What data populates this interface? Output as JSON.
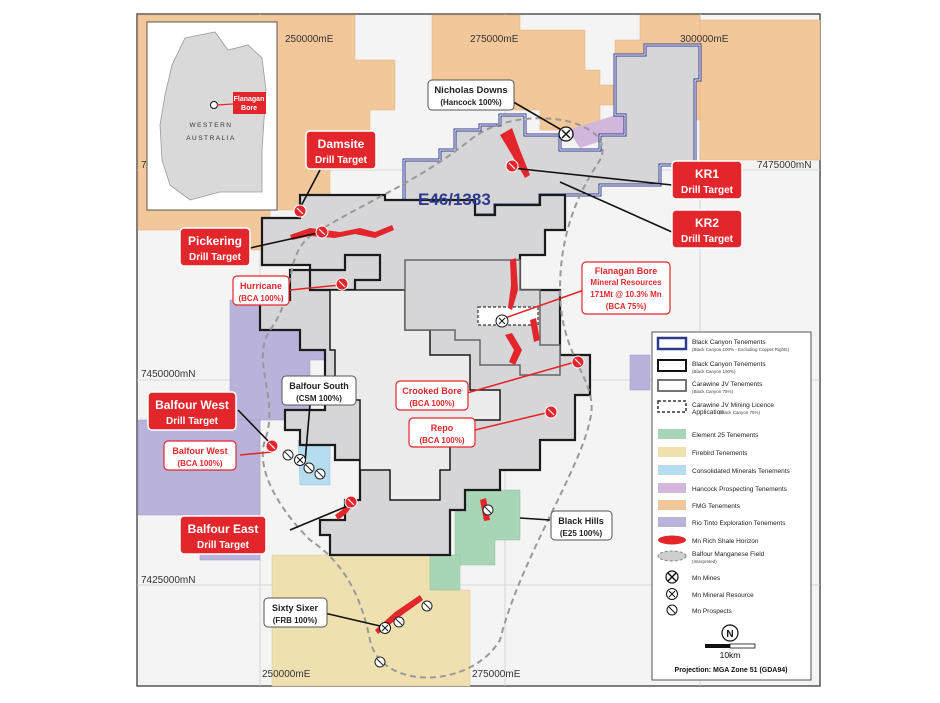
{
  "inset": {
    "label_line1": "Flanagan",
    "label_line2": "Bore",
    "region_line1": "WESTERN",
    "region_line2": "AUSTRALIA"
  },
  "coords": {
    "e250a": "250000mE",
    "e275a": "275000mE",
    "e300": "300000mE",
    "e250b": "250000mE",
    "e275b": "275000mE",
    "n7475": "7475000mN",
    "n7450": "7450000mN",
    "n7425": "7425000mN",
    "n7475_partial": "7"
  },
  "tenement_id": "E46/1383",
  "labels": {
    "nicholas_downs": {
      "title": "Nicholas Downs",
      "sub": "(Hancock 100%)"
    },
    "damsite": {
      "title": "Damsite",
      "sub": "Drill Target"
    },
    "kr1": {
      "title": "KR1",
      "sub": "Drill Target"
    },
    "kr2": {
      "title": "KR2",
      "sub": "Drill Target"
    },
    "pickering": {
      "title": "Pickering",
      "sub": "Drill Target"
    },
    "hurricane": {
      "title": "Hurricane",
      "sub": "(BCA 100%)"
    },
    "flanagan": {
      "l1": "Flanagan Bore",
      "l2": "Mineral Resources",
      "l3": "171Mt @ 10.3% Mn",
      "l4": "(BCA 75%)"
    },
    "balfour_south": {
      "title": "Balfour South",
      "sub": "(CSM 100%)"
    },
    "crooked_bore": {
      "title": "Crooked Bore",
      "sub": "(BCA 100%)"
    },
    "repo": {
      "title": "Repo",
      "sub": "(BCA 100%)"
    },
    "balfour_west_target": {
      "title": "Balfour West",
      "sub": "Drill Target"
    },
    "balfour_west": {
      "title": "Balfour West",
      "sub": "(BCA 100%)"
    },
    "balfour_east": {
      "title": "Balfour East",
      "sub": "Drill Target"
    },
    "black_hills": {
      "title": "Black Hills",
      "sub": "(E25 100%)"
    },
    "sixty_sixer": {
      "title": "Sixty Sixer",
      "sub": "(FRB 100%)"
    }
  },
  "legend": {
    "items": [
      {
        "label": "Black Canyon Tenements",
        "sub": "(Black Canyon 100% - Excluding Copper Rights)"
      },
      {
        "label": "Black Canyon Tenements",
        "sub": "(Black Canyon 100%)"
      },
      {
        "label": "Carawine JV Tenements",
        "sub": "(Black Canyon 75%)"
      },
      {
        "label": "Carawine JV Mining Licence",
        "label2": "Application",
        "sub": "(Black Canyon 75%)"
      },
      {
        "label": "Element 25 Tenements",
        "color": "#a8d5b5"
      },
      {
        "label": "Firebird Tenements",
        "color": "#efe0b0"
      },
      {
        "label": "Consolidated Minerals Tenements",
        "color": "#b6dcef"
      },
      {
        "label": "Hancock Prospecting Tenements",
        "color": "#d2b6dc"
      },
      {
        "label": "FMG Tenements",
        "color": "#f2c89a"
      },
      {
        "label": "Rio Tinto Exploration Tenements",
        "color": "#b9b3db"
      },
      {
        "label": "Mn Rich Shale Horizon"
      },
      {
        "label": "Balfour Manganese Field",
        "sub": "(Interpreted)"
      },
      {
        "label": "Mn Mines"
      },
      {
        "label": "Mn Mineral Resource"
      },
      {
        "label": "Mn Prospects"
      }
    ],
    "north": "N",
    "scale": "10km",
    "projection": "Projection: MGA Zone 51 (GDA94)"
  },
  "colors": {
    "red": "#e3262b",
    "fmg": "#f2c89a",
    "riotinto": "#b9b3db",
    "element25": "#a8d5b5",
    "firebird": "#efe0b0",
    "consmin": "#b6dcef",
    "hancock": "#d2b6dc",
    "tenement_fill": "#d6d6d8",
    "blue_outline": "#2d3a8c"
  }
}
